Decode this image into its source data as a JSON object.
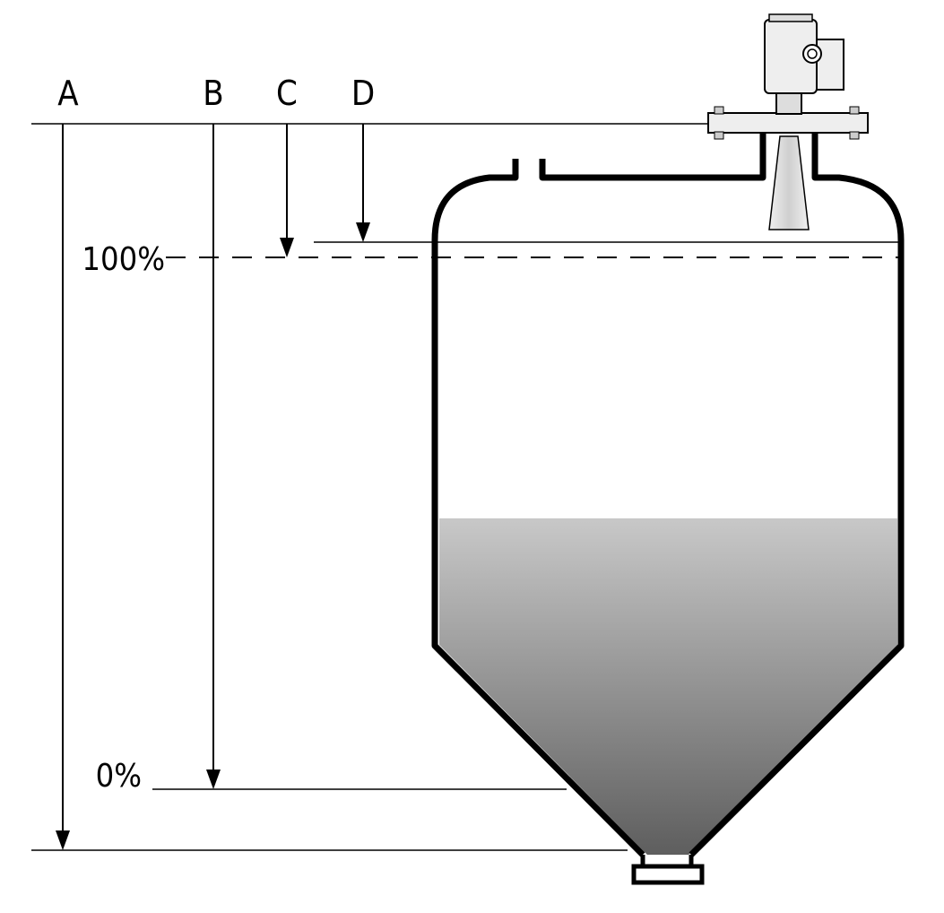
{
  "labels": {
    "a": "A",
    "b": "B",
    "c": "C",
    "d": "D",
    "full": "100%",
    "empty": "0%"
  },
  "colors": {
    "stroke": "#000000",
    "background": "#ffffff",
    "material_top": "#c8c8c8",
    "material_bottom": "#5e5e5e",
    "sensor_body": "#eeeeee"
  },
  "icons": {
    "sensor": "radar-level-sensor-icon"
  }
}
